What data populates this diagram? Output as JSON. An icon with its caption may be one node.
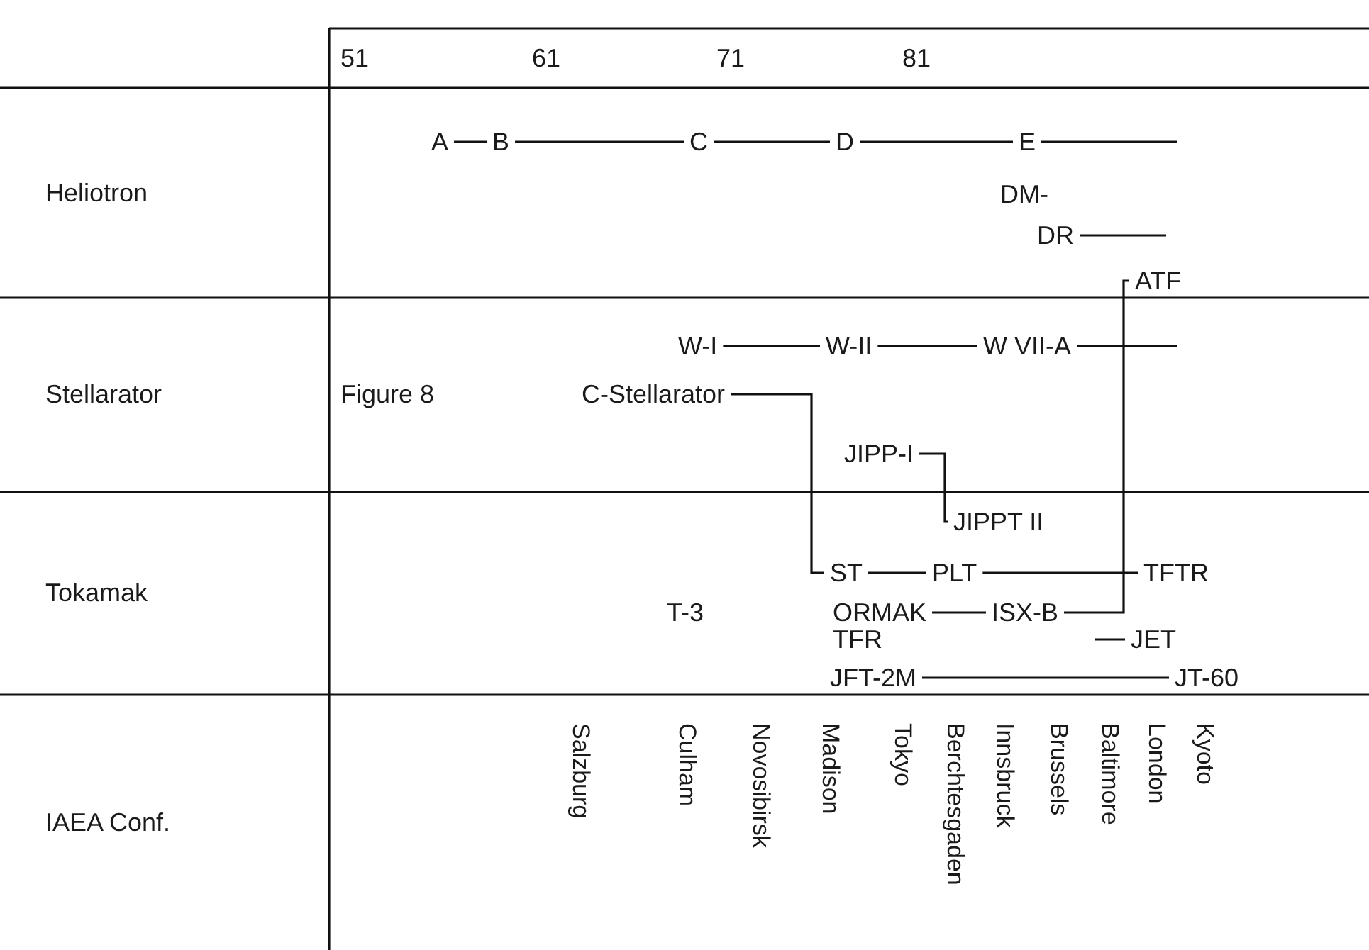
{
  "diagram": {
    "nodes": [
      {
        "text": [
          "A"
        ]
      },
      {
        "text": [
          "B"
        ]
      },
      {
        "text": [
          "C"
        ]
      },
      {
        "text": [
          "D"
        ]
      },
      {
        "text": [
          "E"
        ]
      },
      {
        "text": [
          "DM-"
        ]
      },
      {
        "text": [
          "DR"
        ]
      },
      {
        "text": [
          "ATF"
        ]
      },
      {
        "text": [
          "W-I"
        ]
      },
      {
        "text": [
          "W-II"
        ]
      },
      {
        "text": [
          "W VII-A"
        ]
      },
      {
        "text": [
          "C-Stellarator"
        ]
      },
      {
        "text": [
          "JIPP-I"
        ]
      },
      {
        "text": [
          "JIPPT II"
        ]
      },
      {
        "text": [
          "ST"
        ]
      },
      {
        "text": [
          "PLT"
        ]
      },
      {
        "text": [
          "TFTR"
        ]
      },
      {
        "text": [
          "ORMAK"
        ]
      },
      {
        "text": [
          "ISX-B"
        ]
      },
      {
        "text": [
          "TFR"
        ]
      },
      {
        "text": [
          "JET"
        ]
      },
      {
        "text": [
          "JFT-2M"
        ]
      },
      {
        "text": [
          "JT-60"
        ]
      }
    ],
    "edges": [
      {
        "from": 0,
        "to": 1,
        "arrow": "none"
      },
      {
        "from": 1,
        "to": 2,
        "arrow": "none"
      },
      {
        "from": 2,
        "to": 3,
        "arrow": "none"
      },
      {
        "from": 3,
        "to": 4,
        "arrow": "none"
      },
      {
        "from": 4,
        "to": null,
        "arrow": "none"
      },
      {
        "from": 6,
        "to": null,
        "arrow": "none"
      },
      {
        "from": 8,
        "to": 9,
        "arrow": "none"
      },
      {
        "from": 9,
        "to": 10,
        "arrow": "none"
      },
      {
        "from": 10,
        "to": null,
        "arrow": "none"
      },
      {
        "from": 18,
        "to": 7,
        "arrow": "none"
      },
      {
        "from": 11,
        "to": 14,
        "arrow": "none"
      },
      {
        "from": 12,
        "to": 13,
        "arrow": "none"
      },
      {
        "from": 14,
        "to": 15,
        "arrow": "none"
      },
      {
        "from": 15,
        "to": 16,
        "arrow": "none"
      },
      {
        "from": 17,
        "to": 18,
        "arrow": "none"
      },
      {
        "from": null,
        "to": 20,
        "arrow": "none"
      },
      {
        "from": 21,
        "to": 22,
        "arrow": "none"
      }
    ],
    "labels": [
      "51",
      "61",
      "71",
      "81",
      "Heliotron",
      "Stellarator",
      "Figure 8",
      "Tokamak",
      "T-3",
      "IAEA Conf.",
      "Salzburg",
      "Culham",
      "Novosibirsk",
      "Madison",
      "Tokyo",
      "Berchtesgaden",
      "Innsbruck",
      "Brussels",
      "Baltimore",
      "London",
      "Kyoto"
    ]
  }
}
